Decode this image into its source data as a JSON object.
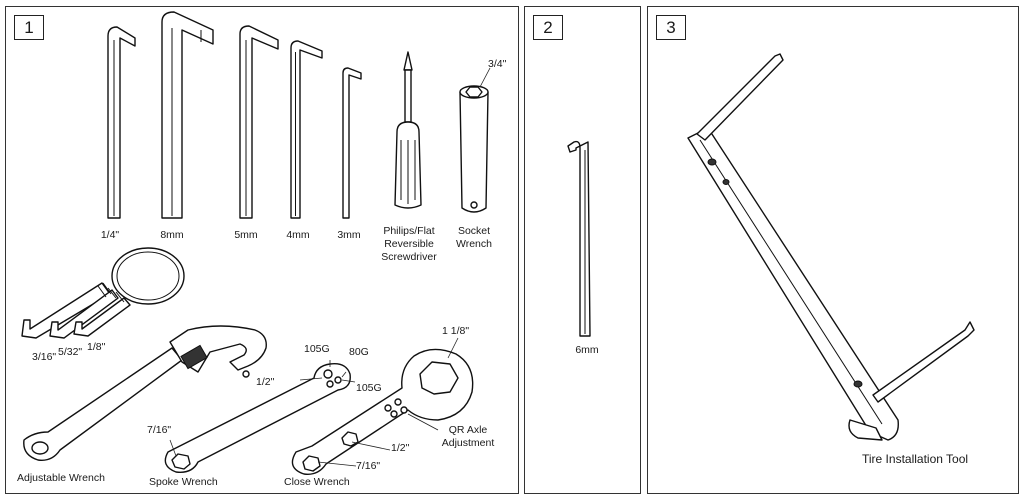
{
  "panels": [
    {
      "number": "1"
    },
    {
      "number": "2"
    },
    {
      "number": "3"
    }
  ],
  "panel1": {
    "hex_keys": [
      "1/4\"",
      "8mm",
      "5mm",
      "4mm",
      "3mm"
    ],
    "screwdriver_label": "Philips/Flat Reversible Screwdriver",
    "socket_size": "3/4\"",
    "socket_label": "Socket Wrench",
    "ring_keys": [
      "3/16\"",
      "5/32\"",
      "1/8\""
    ],
    "adjustable_wrench": "Adjustable Wrench",
    "spoke_wrench": {
      "label": "Spoke Wrench",
      "sizes": [
        "105G",
        "80G",
        "1/2\"",
        "105G",
        "7/16\""
      ]
    },
    "close_wrench": {
      "label": "Close Wrench",
      "sizes": [
        "1 1/8\"",
        "QR Axle Adjustment",
        "1/2\"",
        "7/16\""
      ]
    }
  },
  "panel2": {
    "hex_key": "6mm"
  },
  "panel3": {
    "tool_label": "Tire Installation Tool"
  }
}
